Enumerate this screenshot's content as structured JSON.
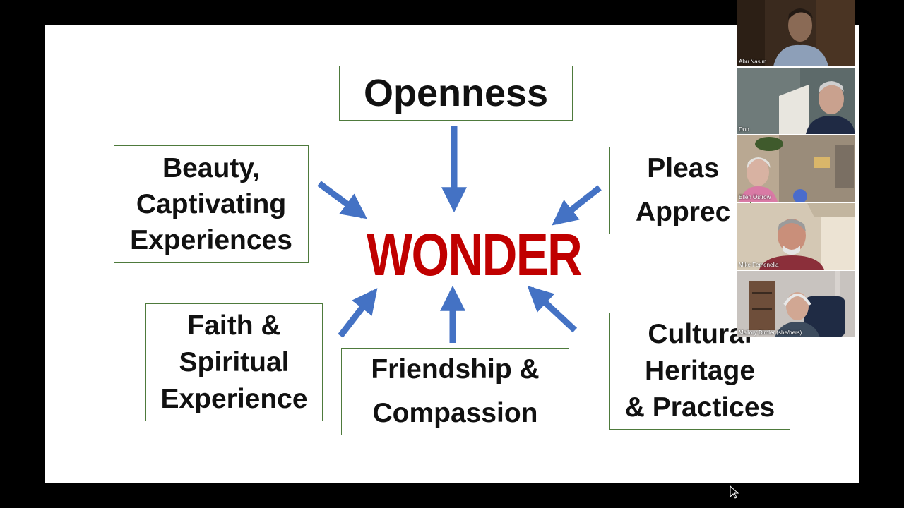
{
  "slide": {
    "center_word": "WONDER",
    "boxes": {
      "openness": "Openness",
      "beauty": "Beauty,\nCaptivating\nExperiences",
      "pleasure": "Pleas\nApprec",
      "faith": "Faith &\nSpiritual\nExperience",
      "friendship": "Friendship &\nCompassion",
      "cultural": "Cultural\nHeritage\n& Practices"
    }
  },
  "participants": [
    {
      "name": "Abu Nasim"
    },
    {
      "name": "Don"
    },
    {
      "name": "Ellen Ostrow"
    },
    {
      "name": "Mike Femenella"
    },
    {
      "name": "Mallory Dimler (she/hers)"
    }
  ],
  "colors": {
    "arrow": "#4472c4",
    "wonder": "#c00000",
    "box_border": "#4e7a3c",
    "background": "#000000"
  }
}
